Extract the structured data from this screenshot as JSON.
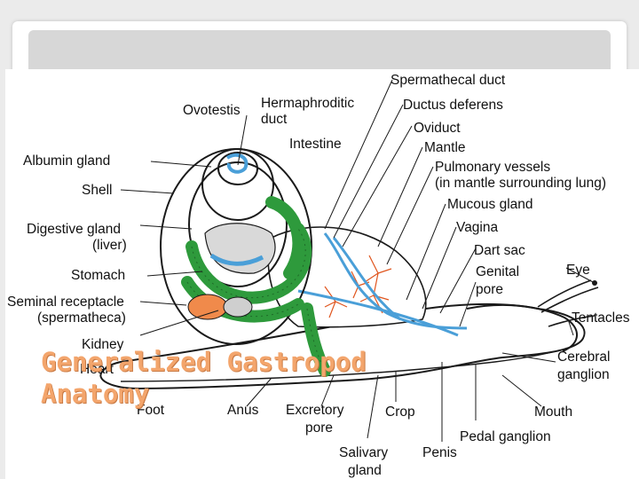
{
  "slide": {
    "title_line1": "Generalized Gastropod",
    "title_line2": "Anatomy"
  },
  "labels": {
    "spermathecal_duct": "Spermathecal duct",
    "ovotestis": "Ovotestis",
    "hermaphroditic_duct_1": "Hermaphroditic",
    "hermaphroditic_duct_2": "duct",
    "ductus_deferens": "Ductus deferens",
    "oviduct": "Oviduct",
    "intestine": "Intestine",
    "mantle": "Mantle",
    "albumin_gland": "Albumin gland",
    "pulmonary_vessels_1": "Pulmonary vessels",
    "pulmonary_vessels_2": "(in mantle surrounding lung)",
    "shell": "Shell",
    "mucous_gland": "Mucous gland",
    "digestive_gland_1": "Digestive gland",
    "digestive_gland_2": "(liver)",
    "vagina": "Vagina",
    "dart_sac": "Dart sac",
    "stomach": "Stomach",
    "genital_pore_1": "Genital",
    "genital_pore_2": "pore",
    "eye": "Eye",
    "seminal_receptacle_1": "Seminal receptacle",
    "seminal_receptacle_2": "(spermatheca)",
    "tentacles": "Tentacles",
    "kidney": "Kidney",
    "heart": "Heart",
    "cerebral_ganglion_1": "Cerebral",
    "cerebral_ganglion_2": "ganglion",
    "foot": "Foot",
    "anus": "Anus",
    "excretory_pore_1": "Excretory",
    "excretory_pore_2": "pore",
    "crop": "Crop",
    "mouth": "Mouth",
    "pedal_ganglion": "Pedal ganglion",
    "penis": "Penis",
    "salivary_gland_1": "Salivary",
    "salivary_gland_2": "gland"
  },
  "colors": {
    "intestine_green": "#2e9a3c",
    "vessel_blue": "#4a9fd8",
    "seminal_orange": "#f08a4b",
    "capillary_red": "#e0551e",
    "title_orange": "#f3a56c"
  }
}
